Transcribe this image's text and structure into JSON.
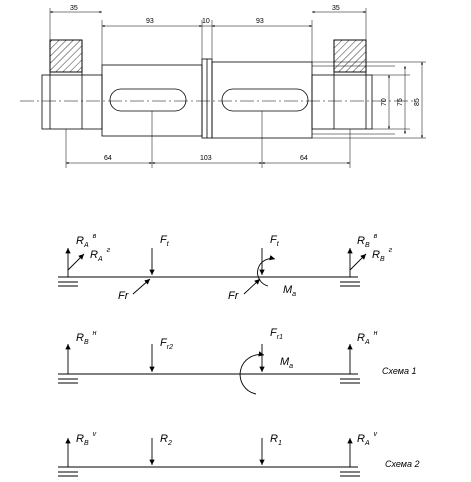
{
  "shaft_drawing": {
    "dimensions": {
      "top": [
        "35",
        "93",
        "10",
        "93",
        "35"
      ],
      "bottom": [
        "64",
        "103",
        "64"
      ],
      "right": [
        "70",
        "75",
        "85"
      ]
    }
  },
  "load_schemes": {
    "row1": {
      "labels": {
        "ra": "R",
        "ra_sub": "A",
        "ra_sup": "в",
        "ra2": "R",
        "ra2_sub": "A",
        "ra2_sup": "г",
        "ft1": "F",
        "ft1_sub": "t",
        "fr1": "Fr",
        "ft2": "F",
        "ft2_sub": "t",
        "fr2": "Fr",
        "ma": "M",
        "ma_sub": "a",
        "rb": "R",
        "rb_sub": "B",
        "rb_sup": "в",
        "rb2": "R",
        "rb2_sub": "B",
        "rb2_sup": "г"
      }
    },
    "row2": {
      "labels": {
        "rb": "R",
        "rb_sub": "B",
        "rb_sup": "н",
        "fr2": "F",
        "fr2_sub": "r2",
        "fr1": "F",
        "fr1_sub": "r1",
        "ma": "M",
        "ma_sub": "a",
        "ra": "R",
        "ra_sub": "A",
        "ra_sup": "н"
      },
      "scheme": "Схема 1"
    },
    "row3": {
      "labels": {
        "rb": "R",
        "rb_sub": "B",
        "rb_sup": "v",
        "f2": "R",
        "f2_sub": "2",
        "f1": "R",
        "f1_sub": "1",
        "ra": "R",
        "ra_sub": "A",
        "ra_sup": "v"
      },
      "scheme": "Схема 2"
    }
  }
}
